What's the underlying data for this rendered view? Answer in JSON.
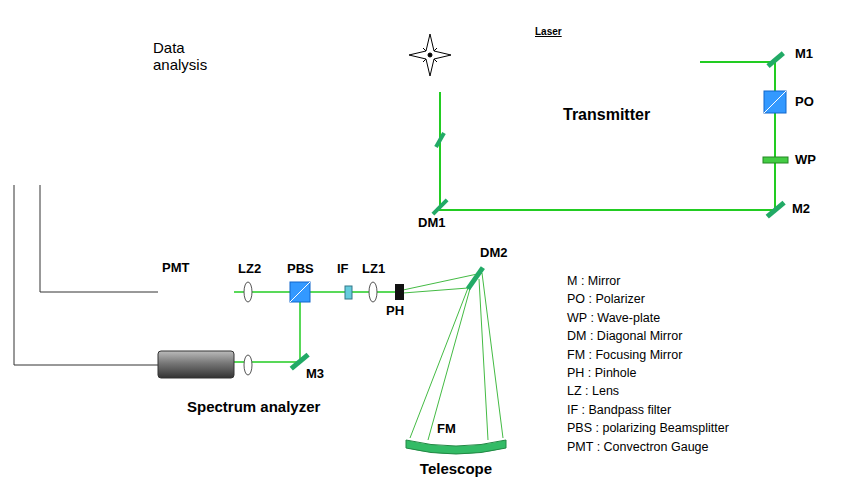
{
  "diagram": {
    "nodes": [
      {
        "text": [
          "Data analysis"
        ]
      },
      {
        "text": [
          "Transmitter"
        ]
      },
      {
        "text": [
          "Laser"
        ],
        "in": 1
      },
      {
        "text": [
          "Telescope"
        ]
      },
      {
        "text": [
          "Spectrum analyzer"
        ]
      },
      {
        "text": [
          "PMT"
        ],
        "in": 4
      },
      {
        "text": [
          "M : Mirror",
          "PO : Polarizer",
          "WP : Wave-plate",
          "DM : Diagonal Mirror",
          "FM : Focusing Mirror",
          "PH : Pinhole",
          "LZ : Lens",
          "IF : Bandpass filter",
          "PBS : polarizing Beamsplitter",
          "PMT : Convectron Gauge"
        ]
      }
    ],
    "edges": [
      {
        "from": 1,
        "to": 3,
        "arrow": "none"
      },
      {
        "from": 5,
        "to": 0,
        "arrow": "none"
      }
    ],
    "labels": [
      "M1",
      "PO",
      "WP",
      "M2",
      "DM1",
      "DM2",
      "FM",
      "PH",
      "LZ2",
      "PBS",
      "IF",
      "LZ1",
      "M3"
    ]
  }
}
